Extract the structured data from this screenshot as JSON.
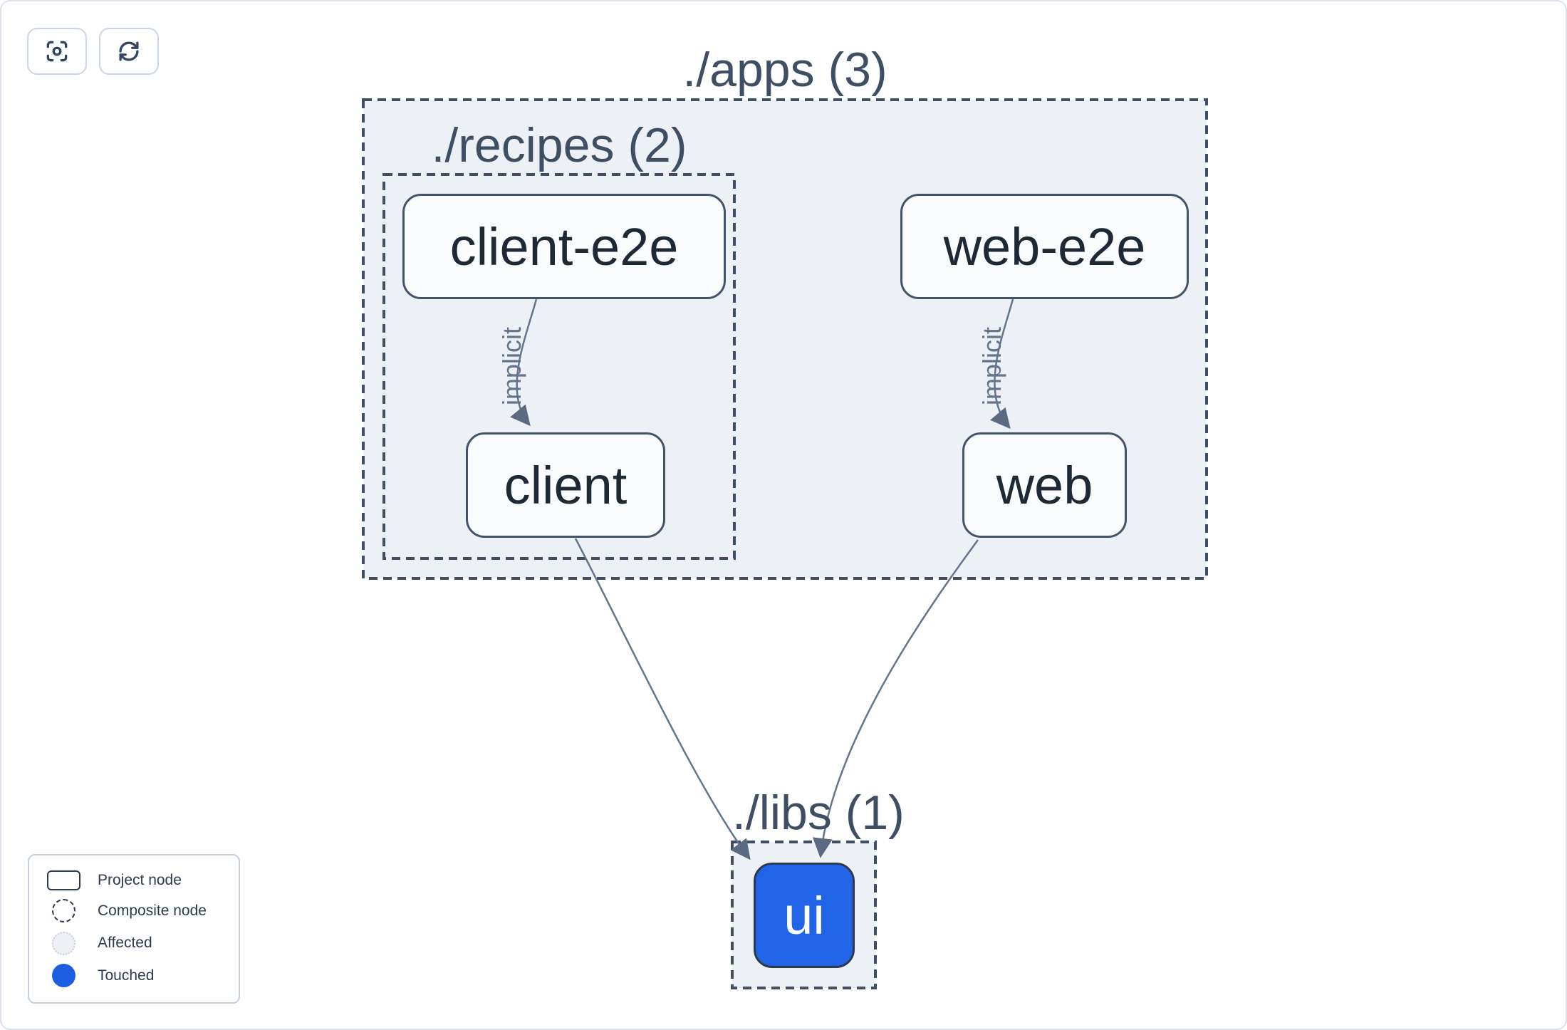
{
  "toolbar": {
    "buttons": [
      {
        "icon": "focus-icon"
      },
      {
        "icon": "refresh-icon"
      }
    ]
  },
  "graph": {
    "containers": [
      {
        "id": "apps",
        "label": "./apps (3)"
      },
      {
        "id": "recipes",
        "label": "./recipes (2)"
      },
      {
        "id": "libs",
        "label": "./libs (1)"
      }
    ],
    "nodes": [
      {
        "id": "client-e2e",
        "label": "client-e2e",
        "state": "default"
      },
      {
        "id": "web-e2e",
        "label": "web-e2e",
        "state": "default"
      },
      {
        "id": "client",
        "label": "client",
        "state": "default"
      },
      {
        "id": "web",
        "label": "web",
        "state": "default"
      },
      {
        "id": "ui",
        "label": "ui",
        "state": "touched"
      }
    ],
    "edges": [
      {
        "from": "client-e2e",
        "to": "client",
        "label": "implicit"
      },
      {
        "from": "web-e2e",
        "to": "web",
        "label": "implicit"
      },
      {
        "from": "client",
        "to": "ui",
        "label": ""
      },
      {
        "from": "web",
        "to": "ui",
        "label": ""
      }
    ]
  },
  "legend": {
    "items": [
      {
        "swatch": "project",
        "label": "Project node"
      },
      {
        "swatch": "composite",
        "label": "Composite node"
      },
      {
        "swatch": "affected",
        "label": "Affected"
      },
      {
        "swatch": "touched",
        "label": "Touched"
      }
    ]
  },
  "colors": {
    "touched_blue": "#2164e8",
    "container_fill": "#edf1f6",
    "dashed_border": "#3f4e63",
    "edge": "#64748b",
    "node_border": "#44536a",
    "node_text": "#1f2936"
  }
}
